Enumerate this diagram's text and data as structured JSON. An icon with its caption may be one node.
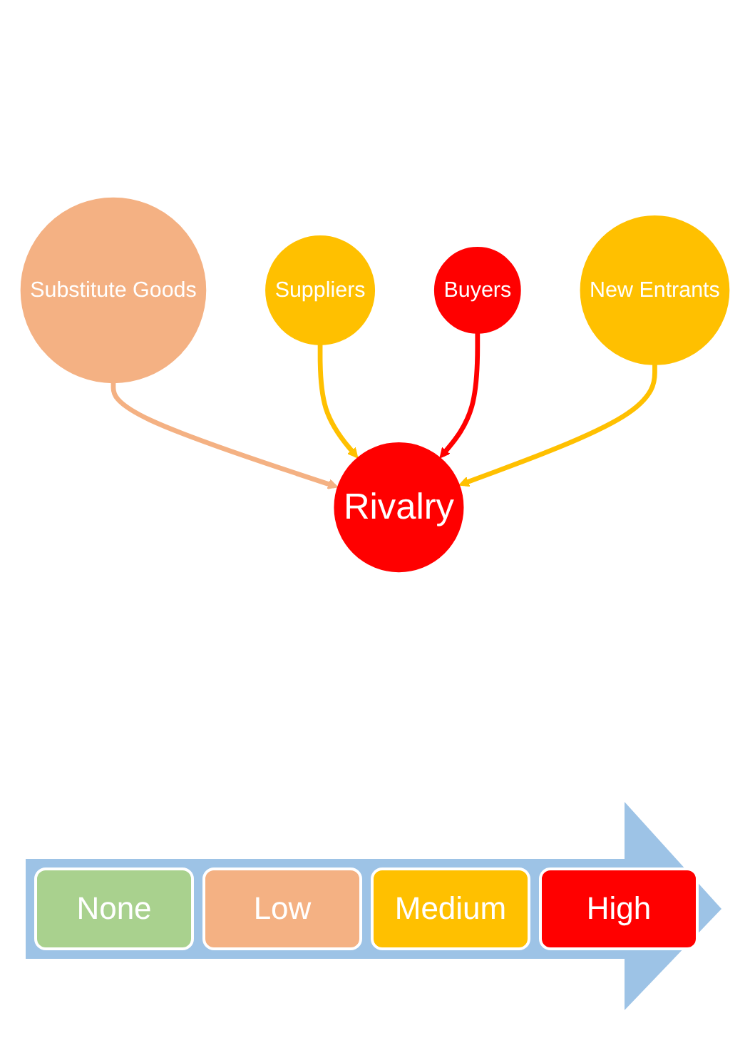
{
  "diagram": {
    "nodes": [
      {
        "text": [
          "Substitute Goods"
        ]
      },
      {
        "text": [
          "Suppliers"
        ]
      },
      {
        "text": [
          "Rivalry"
        ]
      },
      {
        "text": [
          "Buyers"
        ]
      },
      {
        "text": [
          "New Entrants"
        ]
      }
    ],
    "edges": [
      {
        "from": 0,
        "to": 2,
        "arrow": "to",
        "color": "#f4b183"
      },
      {
        "from": 1,
        "to": 2,
        "arrow": "to",
        "color": "#ffc000"
      },
      {
        "from": 3,
        "to": 2,
        "arrow": "to",
        "color": "#ff0000"
      },
      {
        "from": 4,
        "to": 2,
        "arrow": "to",
        "color": "#ffc000"
      }
    ],
    "legend": [
      {
        "text": "None",
        "color": "#a9d18e"
      },
      {
        "text": "Low",
        "color": "#f4b183"
      },
      {
        "text": "Medium",
        "color": "#ffc000"
      },
      {
        "text": "High",
        "color": "#ff0000"
      }
    ]
  }
}
